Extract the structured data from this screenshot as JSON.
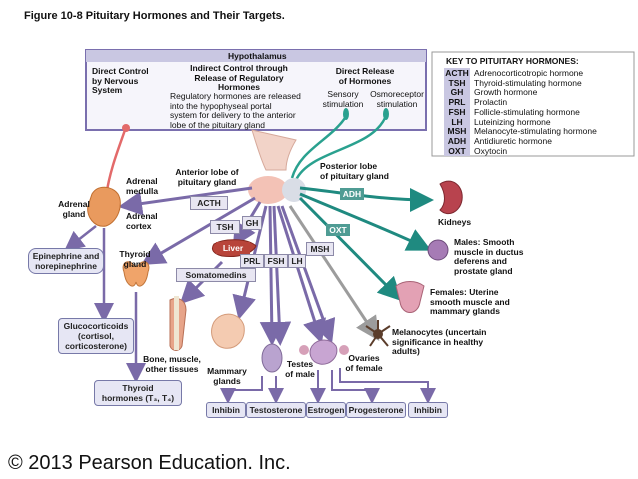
{
  "figure_title": "Figure 10-8 Pituitary Hormones and Their Targets.",
  "hypothalamus_box": {
    "title": "Hypothalamus",
    "direct_control": [
      "Direct Control",
      "by Nervous",
      "System"
    ],
    "indirect_control": [
      "Indirect Control through",
      "Release of Regulatory",
      "Hormones"
    ],
    "indirect_desc": [
      "Regulatory hormones are released",
      "into the hypophyseal portal",
      "system for delivery to the anterior",
      "lobe of the pituitary gland"
    ],
    "direct_release": [
      "Direct Release",
      "of Hormones"
    ],
    "sensory": [
      "Sensory",
      "stimulation"
    ],
    "osmoreceptor": [
      "Osmoreceptor",
      "stimulation"
    ]
  },
  "key": {
    "title": "KEY TO PITUITARY HORMONES:",
    "rows": [
      {
        "abbr": "ACTH",
        "name": "Adrenocorticotropic hormone"
      },
      {
        "abbr": "TSH",
        "name": "Thyroid-stimulating hormone"
      },
      {
        "abbr": "GH",
        "name": "Growth hormone"
      },
      {
        "abbr": "PRL",
        "name": "Prolactin"
      },
      {
        "abbr": "FSH",
        "name": "Follicle-stimulating hormone"
      },
      {
        "abbr": "LH",
        "name": "Luteinizing hormone"
      },
      {
        "abbr": "MSH",
        "name": "Melanocyte-stimulating hormone"
      },
      {
        "abbr": "ADH",
        "name": "Antidiuretic hormone"
      },
      {
        "abbr": "OXT",
        "name": "Oxytocin"
      }
    ]
  },
  "labels": {
    "anterior_lobe": [
      "Anterior lobe of",
      "pituitary gland"
    ],
    "posterior_lobe": [
      "Posterior lobe",
      "of pituitary gland"
    ],
    "adrenal_medulla": [
      "Adrenal",
      "medulla"
    ],
    "adrenal_gland": [
      "Adrenal",
      "gland"
    ],
    "adrenal_cortex": [
      "Adrenal",
      "cortex"
    ],
    "thyroid_gland": [
      "Thyroid",
      "gland"
    ],
    "kidneys": "Kidneys",
    "males": [
      "Males: Smooth",
      "muscle in ductus",
      "deferens and",
      "prostate gland"
    ],
    "females": [
      "Females: Uterine",
      "smooth muscle and",
      "mammary glands"
    ],
    "melanocytes": [
      "Melanocytes (uncertain",
      "significance in healthy",
      "adults)"
    ],
    "bone": [
      "Bone, muscle,",
      "other tissues"
    ],
    "mammary": [
      "Mammary",
      "glands"
    ],
    "testes": [
      "Testes",
      "of male"
    ],
    "ovaries": [
      "Ovaries",
      "of female"
    ],
    "liver": "Liver"
  },
  "hormone_tags": {
    "acth": "ACTH",
    "tsh": "TSH",
    "gh": "GH",
    "prl": "PRL",
    "fsh": "FSH",
    "lh": "LH",
    "msh": "MSH",
    "adh": "ADH",
    "oxt": "OXT",
    "somatomedins": "Somatomedins"
  },
  "products": {
    "epinephrine": [
      "Epinephrine and",
      "norepinephrine"
    ],
    "glucocorticoids": [
      "Glucocorticoids",
      "(cortisol,",
      "corticosterone)"
    ],
    "thyroid_hormones": [
      "Thyroid",
      "hormones (T₃, T₄)"
    ],
    "bottom_row": [
      "Inhibin",
      "Testosterone",
      "Estrogen",
      "Progesterone",
      "Inhibin"
    ]
  },
  "copyright": "© 2013 Pearson Education. Inc."
}
